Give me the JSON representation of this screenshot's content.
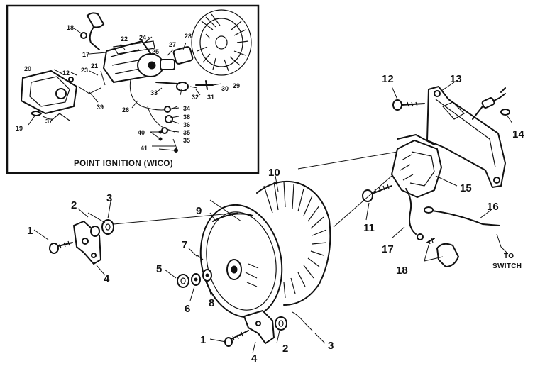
{
  "inset": {
    "caption": "POINT IGNITION (WICO)"
  },
  "inset_labels": {
    "n18": "18",
    "n22": "22",
    "n24": "24",
    "n28": "28",
    "n17": "17",
    "n25": "25",
    "n27": "27",
    "n20": "20",
    "n21": "21",
    "n12": "12",
    "n23": "23",
    "n30": "30",
    "n29": "29",
    "n31": "31",
    "n32": "32",
    "n33": "33",
    "n26": "26",
    "n39": "39",
    "n34": "34",
    "n35a": "35",
    "n36": "36",
    "n38": "38",
    "n37": "37",
    "n19": "19",
    "n40": "40",
    "n35b": "35",
    "n41": "41"
  },
  "labels": {
    "l1a": "1",
    "l2a": "2",
    "l3a": "3",
    "l4a": "4",
    "l5": "5",
    "l6": "6",
    "l7": "7",
    "l8": "8",
    "l9": "9",
    "l10": "10",
    "l11": "11",
    "l12": "12",
    "l13": "13",
    "l14": "14",
    "l15": "15",
    "l16": "16",
    "l17": "17",
    "l18": "18",
    "l1b": "1",
    "l2b": "2",
    "l3b": "3",
    "l4b": "4"
  },
  "switch_note": {
    "line1": "TO",
    "line2": "SWITCH"
  }
}
